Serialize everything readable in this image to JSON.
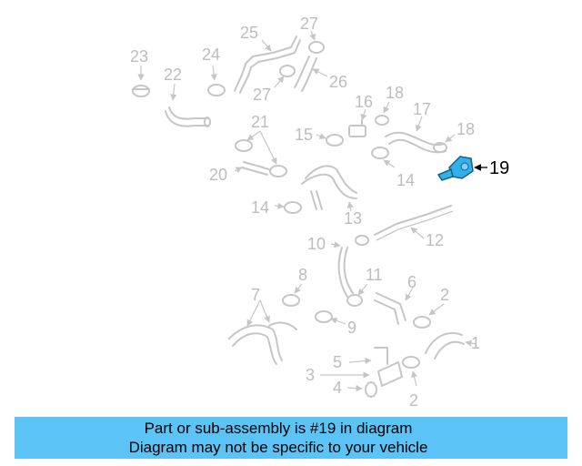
{
  "diagram": {
    "highlight_color": "#2fb2ec",
    "highlighted_part": "19",
    "callouts": [
      "1",
      "2",
      "2",
      "3",
      "4",
      "5",
      "6",
      "7",
      "8",
      "9",
      "10",
      "11",
      "12",
      "13",
      "14",
      "14",
      "15",
      "16",
      "17",
      "18",
      "18",
      "19",
      "20",
      "21",
      "22",
      "23",
      "24",
      "25",
      "26",
      "27",
      "27"
    ]
  },
  "banner": {
    "line1": "Part or sub-assembly is #19 in diagram",
    "line2": "Diagram may not be specific to your vehicle",
    "background": "#5bc3f5"
  }
}
